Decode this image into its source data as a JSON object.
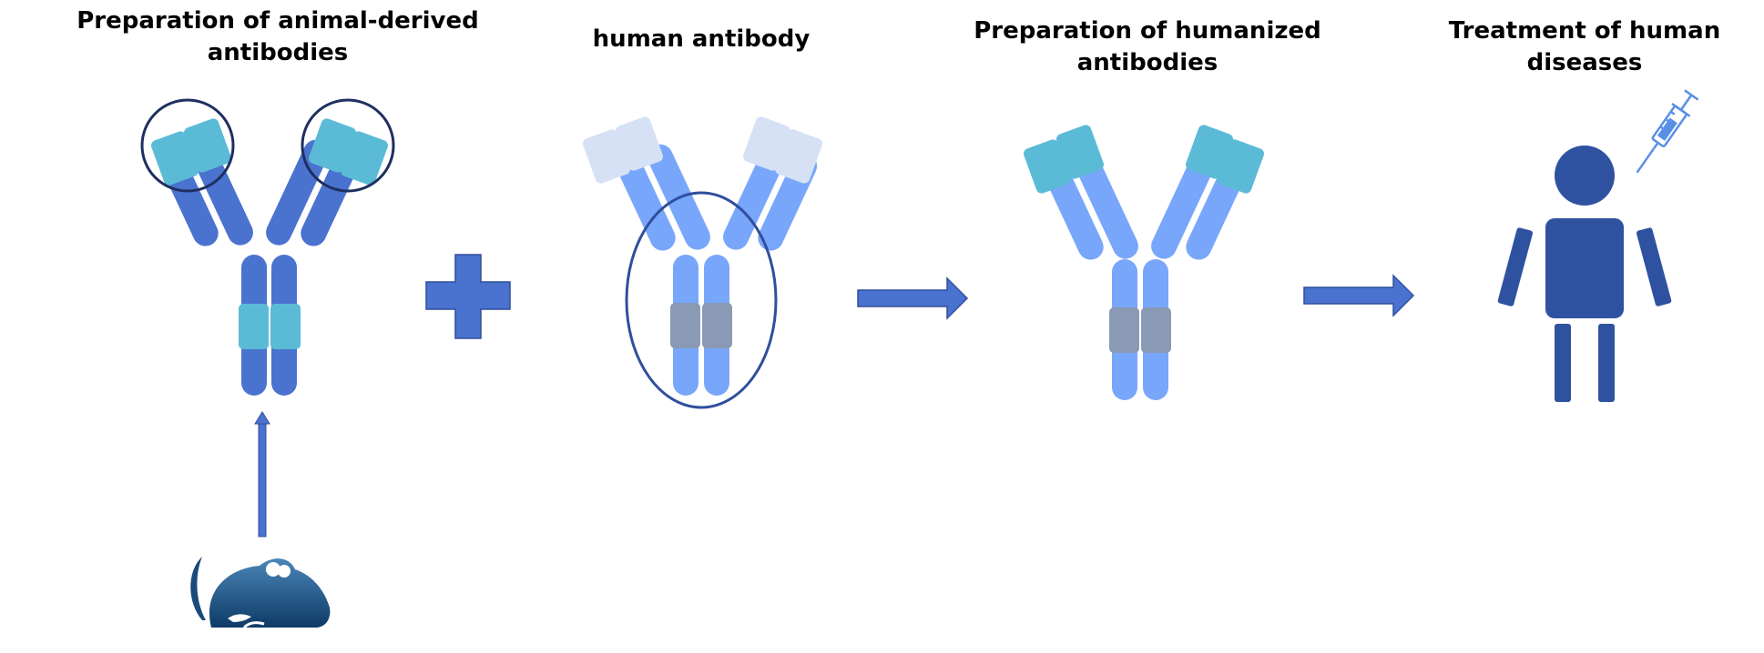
{
  "steps": {
    "animal": {
      "title": "Preparation of animal-derived antibodies"
    },
    "human": {
      "title": "human antibody"
    },
    "humanized": {
      "title": "Preparation of humanized antibodies"
    },
    "treatment": {
      "title": "Treatment of human diseases"
    }
  },
  "colors": {
    "heavy_chain_dark": "#4a72cf",
    "heavy_chain_light": "#78a6fa",
    "variable_teal": "#5bbbd6",
    "variable_pale": "#d6e1f6",
    "constant_gray": "#8a9ab4",
    "circle_navy": "#1e2f60",
    "circle_blue": "#2f4f9c",
    "arrow_blue": "#4a72cf",
    "arrow_outline": "#2f4f9c",
    "person_blue": "#2f52a0",
    "syringe_blue": "#5a8fe6",
    "mouse_dark": "#0e3b66",
    "mouse_light": "#4a86b8"
  },
  "icons": {
    "plus": "plus-icon",
    "arrow": "right-arrow-icon",
    "up_arrow": "up-arrow-icon",
    "person": "person-icon",
    "syringe": "syringe-icon",
    "mouse": "mouse-icon"
  }
}
